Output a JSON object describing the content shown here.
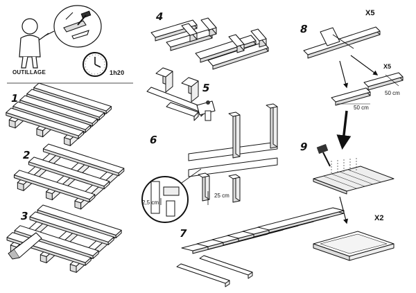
{
  "tools": {
    "label": "OUTILLAGE",
    "time": "1h20"
  },
  "steps": [
    {
      "id": "1",
      "label": "1"
    },
    {
      "id": "2",
      "label": "2"
    },
    {
      "id": "3",
      "label": "3"
    },
    {
      "id": "4",
      "label": "4"
    },
    {
      "id": "5",
      "label": "5"
    },
    {
      "id": "6",
      "label": "6"
    },
    {
      "id": "7",
      "label": "7"
    },
    {
      "id": "8",
      "label": "8"
    },
    {
      "id": "9",
      "label": "9"
    }
  ],
  "multipliers": {
    "step8_top": "X5",
    "step8_cut": "X5",
    "step9_result": "X2"
  },
  "dimensions": {
    "cut_length_a": "50 cm",
    "cut_length_b": "50 cm",
    "leg_height": "25 cm",
    "notch_depth": "2,5 cm"
  },
  "colors": {
    "line": "#111111",
    "fill": "#ffffff",
    "shade": "#dcdcdc"
  }
}
